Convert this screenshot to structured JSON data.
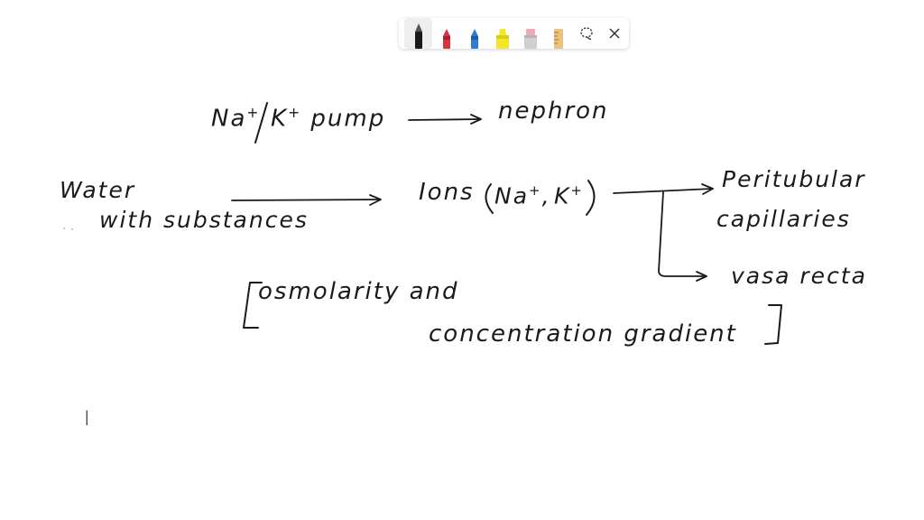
{
  "toolbar": {
    "tools": [
      {
        "name": "black-pen",
        "color": "#1a1a1a"
      },
      {
        "name": "red-pen",
        "color": "#d9333f"
      },
      {
        "name": "blue-pen",
        "color": "#2f7bd6"
      },
      {
        "name": "yellow-highlighter",
        "color": "#f2e829"
      },
      {
        "name": "pink-highlighter",
        "color": "#f2a7b8"
      },
      {
        "name": "ruler",
        "color": "#e0b870"
      }
    ],
    "lasso_icon": "lasso-icon",
    "close_icon": "close-icon"
  },
  "notes": {
    "line1_left_a": "Na",
    "line1_sup_a": "+",
    "line1_slash": "/",
    "line1_left_b": "K",
    "line1_sup_b": "+",
    "line1_left_c": " pump",
    "line1_right": "nephron",
    "water": "Water",
    "with_substances": "with substances",
    "ions_prefix": "Ions",
    "ions_a": "Na",
    "ions_sup_a": "+",
    "ions_comma": ",",
    "ions_b": "K",
    "ions_sup_b": "+",
    "peritubular": "Peritubular",
    "capillaries": "capillaries",
    "vasa_recta": "vasa recta",
    "osmolarity": "osmolarity  and",
    "concentration": "concentration  gradient",
    "stray_mark": "I"
  }
}
